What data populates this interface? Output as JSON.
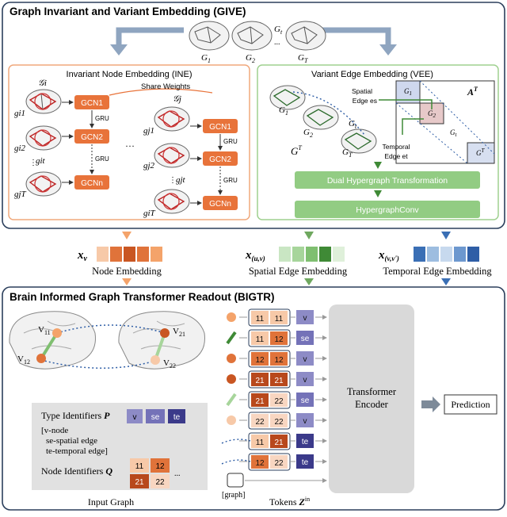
{
  "give": {
    "title": "Graph Invariant and Variant Embedding (GIVE)",
    "graph_labels": [
      "G",
      "G",
      "G",
      "G"
    ],
    "graph_subscripts": [
      "1",
      "2",
      "t",
      "T"
    ],
    "ellipsis": "...",
    "ine": {
      "title": "Invariant Node Embedding (INE)",
      "share_weights": "Share Weights",
      "script_g_i": "𝒢i",
      "script_g_j": "𝒢j",
      "left_nodes": [
        "gi1",
        "gi2",
        "git",
        "gjT"
      ],
      "right_nodes": [
        "gj1",
        "gj2",
        "gjt",
        "giT"
      ],
      "gcn_left": [
        "GCN1",
        "GCN2",
        "GCNn"
      ],
      "gcn_right": [
        "GCN1",
        "GCN2",
        "GCNn"
      ],
      "gru": "GRU",
      "dots": "···"
    },
    "vee": {
      "title": "Variant Edge Embedding (VEE)",
      "graphs": [
        "G1",
        "G2",
        "Gt",
        "GT"
      ],
      "big_g": "GT",
      "spatial_edge": "Spatial",
      "spatial_edge2": "Edge es",
      "temporal_edge": "Temporal",
      "temporal_edge2": "Edge et",
      "matrix_label": "AT",
      "matrix_blocks": [
        "G1",
        "G2",
        "Gt",
        "GT"
      ],
      "dual": "Dual Hypergraph Transformation",
      "conv": "HypergraphConv"
    }
  },
  "embeddings": {
    "node_symbol": "xv",
    "node_label": "Node Embedding",
    "spatial_symbol": "x(u,v)",
    "spatial_label": "Spatial Edge Embedding",
    "temporal_symbol": "x(v,v')",
    "temporal_label": "Temporal Edge Embedding",
    "node_colors": [
      "#f7c9a8",
      "#e0733a",
      "#c95622",
      "#e0733a",
      "#f4a36a"
    ],
    "spatial_colors": [
      "#c9e6c3",
      "#a7d59b",
      "#7fbf70",
      "#3f8a36",
      "#dff0da"
    ],
    "temporal_colors": [
      "#3a6fb5",
      "#9dbde0",
      "#c7d9ee",
      "#6d98cf",
      "#2f5ea6"
    ]
  },
  "bigtr": {
    "title": "Brain Informed Graph Transformer Readout (BIGTR)",
    "nodes": [
      "V11",
      "V12",
      "V21",
      "V22"
    ],
    "type_title": "Type Identifiers P",
    "type_ids": [
      "v",
      "se",
      "te"
    ],
    "type_legend": [
      "[v-node",
      "se-spatial edge",
      "te-temporal edge]"
    ],
    "node_ident_title": "Node Identifiers Q",
    "node_ids": [
      "11",
      "12",
      "21",
      "22"
    ],
    "input_graph": "Input Graph",
    "tokens": [
      {
        "a": "11",
        "b": "11",
        "t": "v"
      },
      {
        "a": "11",
        "b": "12",
        "t": "se"
      },
      {
        "a": "12",
        "b": "12",
        "t": "v"
      },
      {
        "a": "21",
        "b": "21",
        "t": "v"
      },
      {
        "a": "21",
        "b": "22",
        "t": "se"
      },
      {
        "a": "22",
        "b": "22",
        "t": "v"
      },
      {
        "a": "11",
        "b": "21",
        "t": "te"
      },
      {
        "a": "12",
        "b": "22",
        "t": "te"
      }
    ],
    "graph_token": "[graph]",
    "tokens_label": "Tokens Z",
    "tokens_sup": "in",
    "encoder_line1": "Transformer",
    "encoder_line2": "Encoder",
    "prediction": "Prediction"
  },
  "colors": {
    "ine_border": "#f0a87c",
    "vee_border": "#9fd08f",
    "panel_border": "#2b3f5c",
    "gcn_fill": "#e8733a",
    "green_box": "#92cc83",
    "grey": "#d9d9d9",
    "tag_fill": "#8d8bc6"
  }
}
